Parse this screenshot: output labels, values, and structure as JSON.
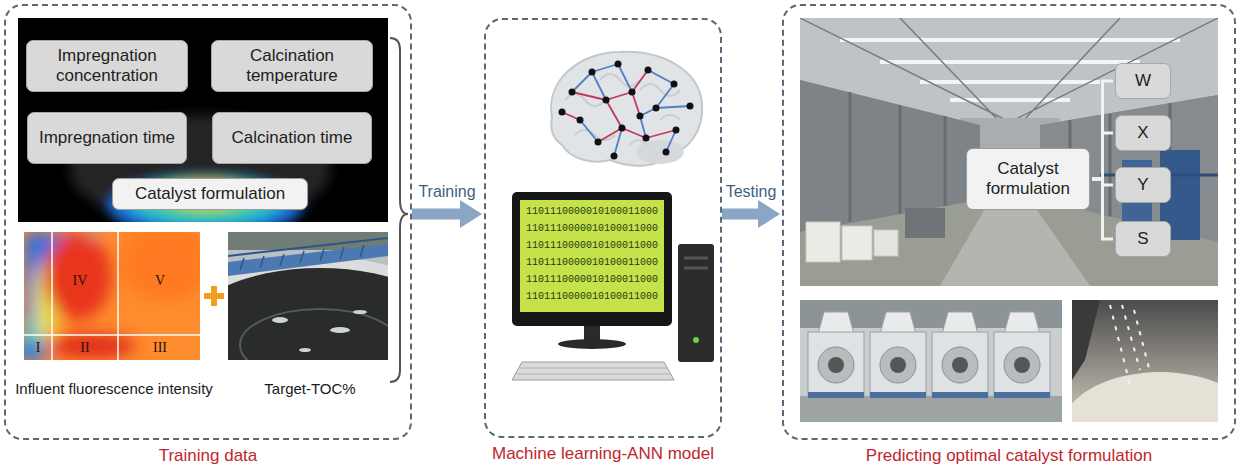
{
  "diagram": {
    "nodes": [
      {
        "text": [
          "Training data"
        ]
      },
      {
        "text": [
          "Impregnation concentration"
        ],
        "in": 0
      },
      {
        "text": [
          "Calcination temperature"
        ],
        "in": 0
      },
      {
        "text": [
          "Impregnation time"
        ],
        "in": 0
      },
      {
        "text": [
          "Calcination time"
        ],
        "in": 0
      },
      {
        "text": [
          "Catalyst formulation"
        ],
        "in": 0
      },
      {
        "text": [
          "Machine learning-ANN model"
        ]
      },
      {
        "text": [
          "Predicting optimal catalyst formulation"
        ]
      },
      {
        "text": [
          "Catalyst formulation"
        ],
        "in": 7
      },
      {
        "text": [
          "W"
        ],
        "in": 7
      },
      {
        "text": [
          "X"
        ],
        "in": 7
      },
      {
        "text": [
          "Y"
        ],
        "in": 7
      },
      {
        "text": [
          "S"
        ],
        "in": 7
      }
    ],
    "edges": [
      {
        "from": 0,
        "to": 6,
        "arrow": "to",
        "label": "Training"
      },
      {
        "from": 6,
        "to": 7,
        "arrow": "to",
        "label": "Testing"
      },
      {
        "from": 8,
        "to": 9,
        "arrow": "none"
      },
      {
        "from": 8,
        "to": 10,
        "arrow": "none"
      },
      {
        "from": 8,
        "to": 11,
        "arrow": "none"
      },
      {
        "from": 8,
        "to": 12,
        "arrow": "none"
      }
    ],
    "labels": [
      "IV",
      "V",
      "I",
      "II",
      "III",
      "Influent fluorescence intensity",
      "Target-TOC%",
      "1101110000010100011000",
      "1101110000010100011000",
      "1101110000010100011000",
      "1101110000010100011000",
      "1101110000010100011000",
      "1101110000010100011000"
    ]
  }
}
